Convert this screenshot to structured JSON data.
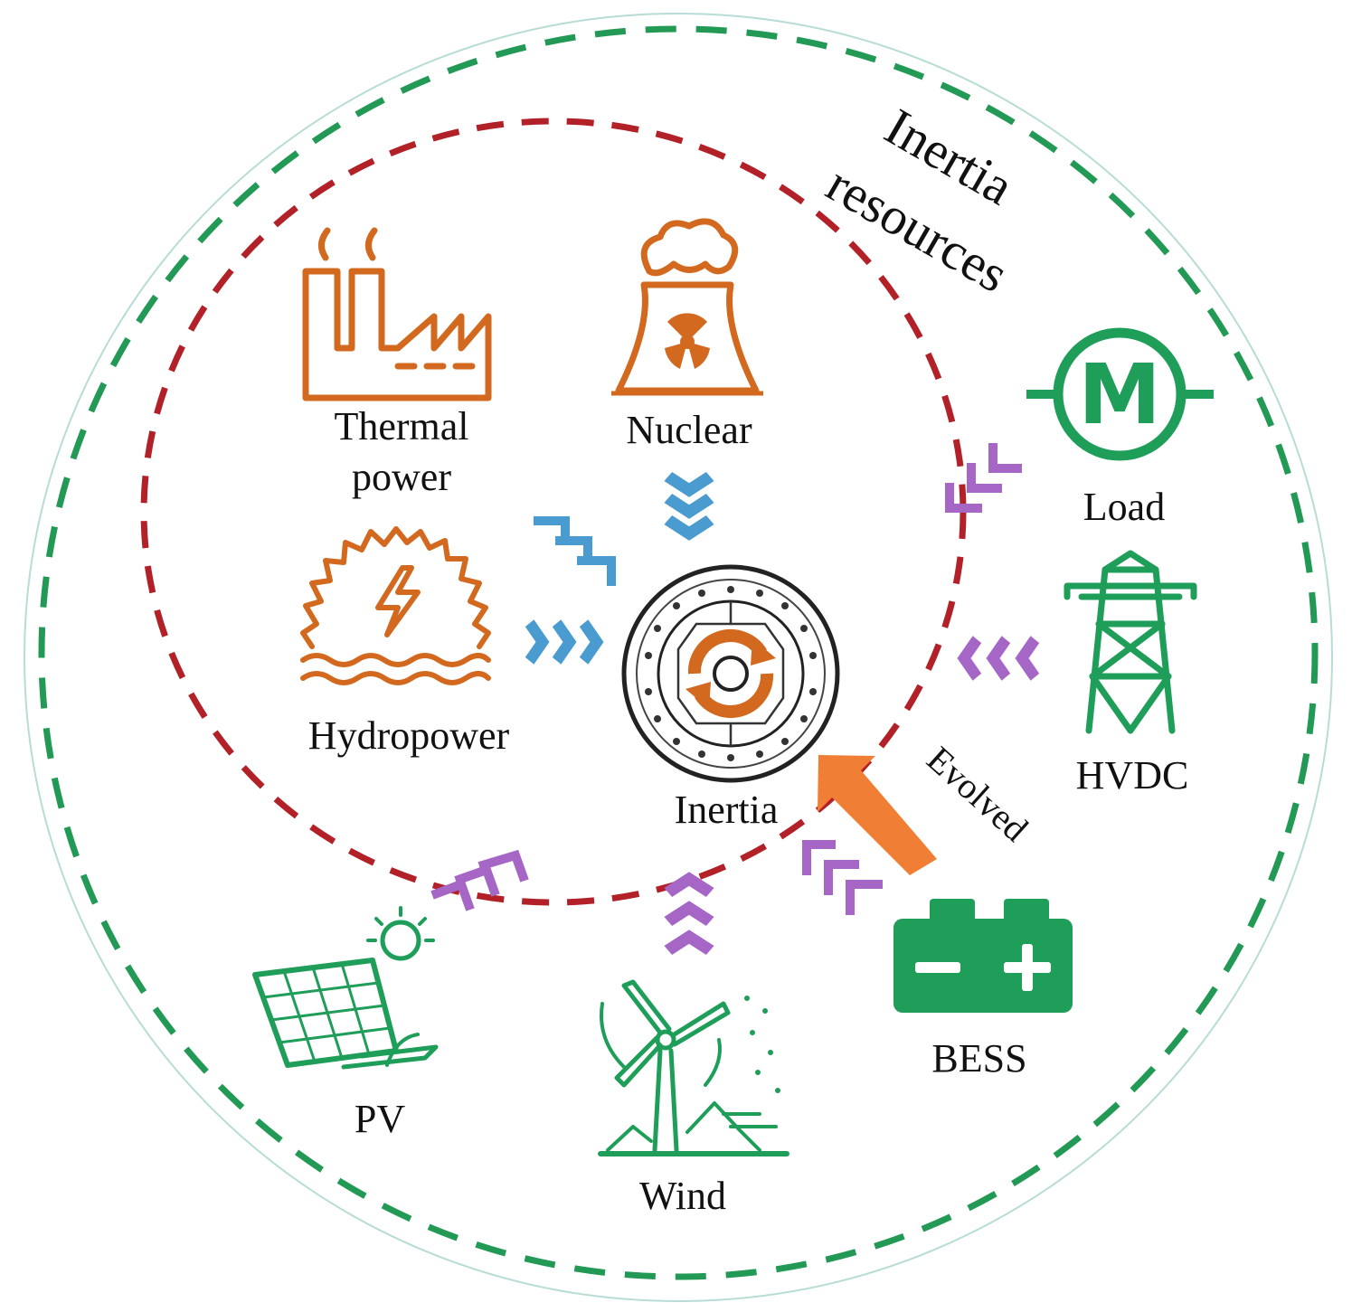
{
  "colors": {
    "outer_ring": "#229954",
    "inner_ring": "#B22028",
    "conventional": "#D2691E",
    "new_resource": "#1E9E58",
    "arrow_blue": "#4A9BD0",
    "arrow_purple": "#A566C6",
    "evolved_arrow": "#F07F35",
    "text": "#111111"
  },
  "labels": {
    "title_line1": "Inertia",
    "title_line2": "resources",
    "thermal_line1": "Thermal",
    "thermal_line2": "power",
    "nuclear": "Nuclear",
    "hydropower": "Hydropower",
    "inertia": "Inertia",
    "load": "Load",
    "hvdc": "HVDC",
    "bess": "BESS",
    "pv": "PV",
    "wind": "Wind",
    "evolved": "Evolved",
    "motor_letter": "M"
  },
  "icons": {
    "thermal": "factory-icon",
    "nuclear": "nuclear-plant-icon",
    "hydro": "hydro-turbine-icon",
    "inertia": "rotor-icon",
    "load": "motor-icon",
    "hvdc": "transmission-tower-icon",
    "bess": "battery-icon",
    "pv": "solar-panel-icon",
    "wind": "wind-turbine-icon"
  }
}
